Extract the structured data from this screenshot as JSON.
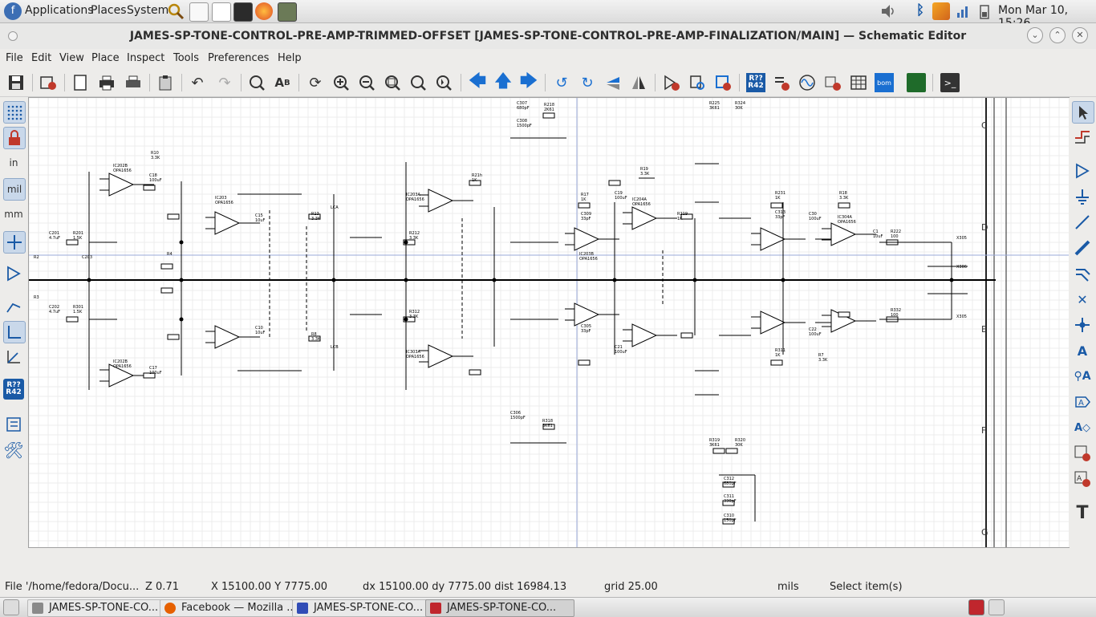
{
  "top_panel": {
    "applications": "Applications",
    "places": "Places",
    "system": "System",
    "clock": "Mon Mar 10, 15:26"
  },
  "window": {
    "title": "JAMES-SP-TONE-CONTROL-PRE-AMP-TRIMMED-OFFSET [JAMES-SP-TONE-CONTROL-PRE-AMP-FINALIZATION/MAIN] — Schematic Editor"
  },
  "menu": [
    "File",
    "Edit",
    "View",
    "Place",
    "Inspect",
    "Tools",
    "Preferences",
    "Help"
  ],
  "left_toolbar": {
    "units_in": "in",
    "units_mil": "mil",
    "units_mm": "mm",
    "annotate_label": "R??\nR42"
  },
  "toolbar": {
    "annotate": "R??\nR42",
    "bom": "bom"
  },
  "schematic": {
    "border_letters": [
      "C",
      "D",
      "E",
      "F",
      "G"
    ],
    "labels": [
      "IC202B",
      "OPA1656",
      "R10",
      "3.3K",
      "C18",
      "100uF",
      "C201",
      "4.7uF",
      "R201",
      "1.5K",
      "C203",
      "R2",
      "R3",
      "C202",
      "4.7uF",
      "R301",
      "1.5K",
      "IC202B",
      "OPA1656",
      "C17",
      "100uF",
      "R4",
      "IC203",
      "OPA1656",
      "C15",
      "10uF",
      "R13",
      "3.3K",
      "LCA",
      "C10",
      "10uF",
      "R8",
      "3.3K",
      "LCB",
      "IC203A",
      "OPA1656",
      "R212",
      "3.3K",
      "R312",
      "3.3K",
      "R21h",
      "1K",
      "IC303A",
      "OPA1656",
      "C307",
      "680pF",
      "C308",
      "1500pF",
      "R218",
      "2K61",
      "R17",
      "1K",
      "C19",
      "100uF",
      "C309",
      "33pF",
      "IC203B",
      "OPA1656",
      "R19",
      "3.3K",
      "IC204A",
      "OPA1656",
      "R219",
      "1K",
      "R225",
      "3K61",
      "R324",
      "30K",
      "R231",
      "1K",
      "C313",
      "33pF",
      "R18",
      "3.3K",
      "C30",
      "100uF",
      "IC304A",
      "OPA1656",
      "C1",
      "10uF",
      "R222",
      "100",
      "X305",
      "X306",
      "X305",
      "R332",
      "100",
      "C22",
      "100uF",
      "R7",
      "3.3K",
      "R311",
      "1K",
      "C21",
      "100uF",
      "C305",
      "33pF",
      "C306",
      "1500pF",
      "R318",
      "3K61",
      "R319",
      "3K61",
      "R320",
      "30K",
      "C312",
      "680pF",
      "C311",
      "330pF",
      "C310",
      "150pF"
    ]
  },
  "status": {
    "file": "File '/home/fedora/Docu...",
    "zoom": "Z 0.71",
    "xy": "X 15100.00  Y 7775.00",
    "dxy": "dx 15100.00  dy 7775.00  dist 16984.13",
    "grid": "grid 25.00",
    "units": "mils",
    "message": "Select item(s)"
  },
  "taskbar": [
    {
      "label": "JAMES-SP-TONE-CO...",
      "icon_color": "#8a8a8a"
    },
    {
      "label": "Facebook — Mozilla ...",
      "icon_color": "#e66000"
    },
    {
      "label": "JAMES-SP-TONE-CO...",
      "icon_color": "#314cb6"
    },
    {
      "label": "JAMES-SP-TONE-CO...",
      "icon_color": "#c0262d"
    }
  ],
  "colors": {
    "accent": "#1a5aa6",
    "canvas": "#ffffff",
    "wire": "#000000",
    "grid": "#e4e4e4"
  }
}
